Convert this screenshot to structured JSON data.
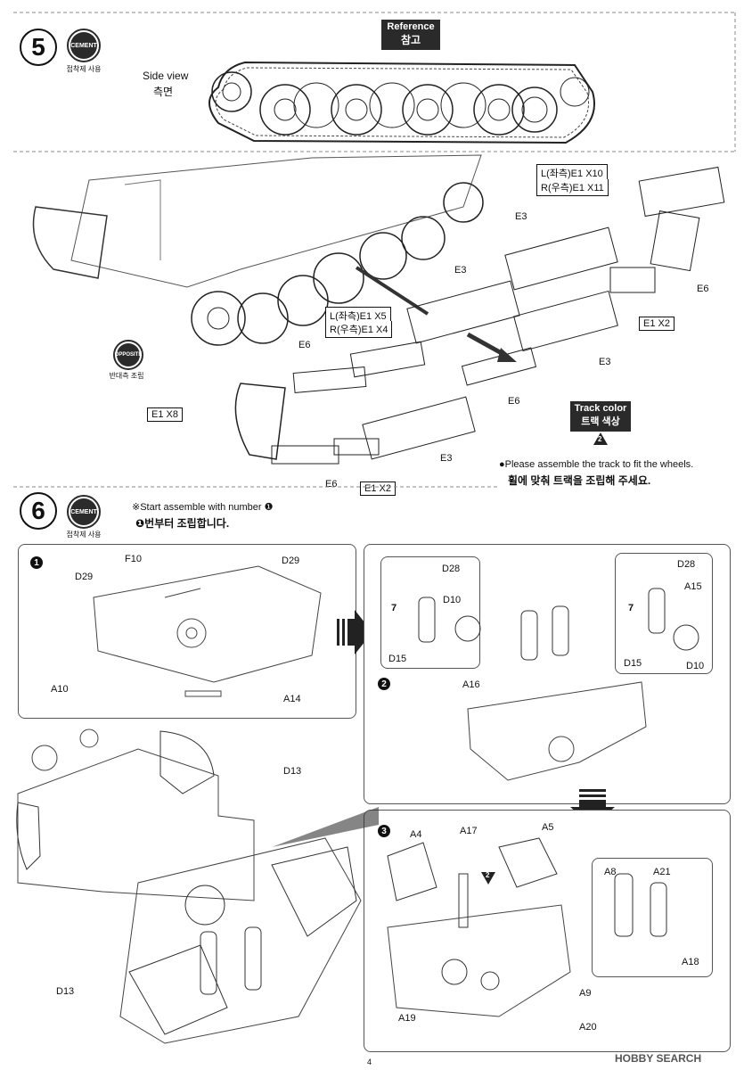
{
  "step5": {
    "number": "5",
    "cement_label": "CEMENT",
    "cement_caption": "접착제 사용",
    "reference_en": "Reference",
    "reference_ko": "참고",
    "side_view_en": "Side view",
    "side_view_ko": "측면",
    "opposite_label": "OPPOSITE",
    "opposite_caption": "반대측 조립",
    "callouts": {
      "l_e1_x10": "L(좌측)E1 X10",
      "r_e1_x11": "R(우측)E1 X11",
      "l_e1_x5": "L(좌측)E1 X5",
      "r_e1_x4": "R(우측)E1 X4",
      "e1_x8": "E1 X8",
      "e1_x2_right": "E1 X2",
      "e1_x2_bottom": "E1 X2"
    },
    "parts": {
      "e3_top": "E3",
      "e3_mid": "E3",
      "e3_right": "E3",
      "e3_bottom": "E3",
      "e6_right": "E6",
      "e6_left": "E6",
      "e6_mid": "E6",
      "e6_bottom": "E6"
    },
    "track_color_en": "Track color",
    "track_color_ko": "트랙 색상",
    "track_color_code": "2",
    "note_en": "●Please assemble the track to fit the wheels.",
    "note_ko": "휠에 맞춰 트랙을 조립해 주세요."
  },
  "step6": {
    "number": "6",
    "cement_label": "CEMENT",
    "cement_caption": "접착제 사용",
    "instruction_en": "※Start assemble with number ❶",
    "instruction_ko": "❶번부터 조립합니다.",
    "sub1": {
      "num": "1",
      "parts": {
        "f10": "F10",
        "d29_left": "D29",
        "d29_right": "D29",
        "a10": "A10",
        "a14": "A14"
      }
    },
    "sub2": {
      "num": "2",
      "parts": {
        "d28_left": "D28",
        "d10_left": "D10",
        "d15_left": "D15",
        "paint_left": "7",
        "a16": "A16",
        "d28_right": "D28",
        "a15": "A15",
        "d15_right": "D15",
        "d10_right": "D10",
        "paint_right": "7"
      }
    },
    "sub3": {
      "num": "3",
      "parts": {
        "a4": "A4",
        "a17": "A17",
        "a5": "A5",
        "paint": "2",
        "a8": "A8",
        "a21": "A21",
        "a18": "A18",
        "a9": "A9",
        "a19": "A19",
        "a20": "A20"
      }
    },
    "bottom_left": {
      "d13_top": "D13",
      "d13_bottom": "D13"
    }
  },
  "footer": {
    "page_number": "4",
    "watermark": "HOBBY SEARCH"
  }
}
